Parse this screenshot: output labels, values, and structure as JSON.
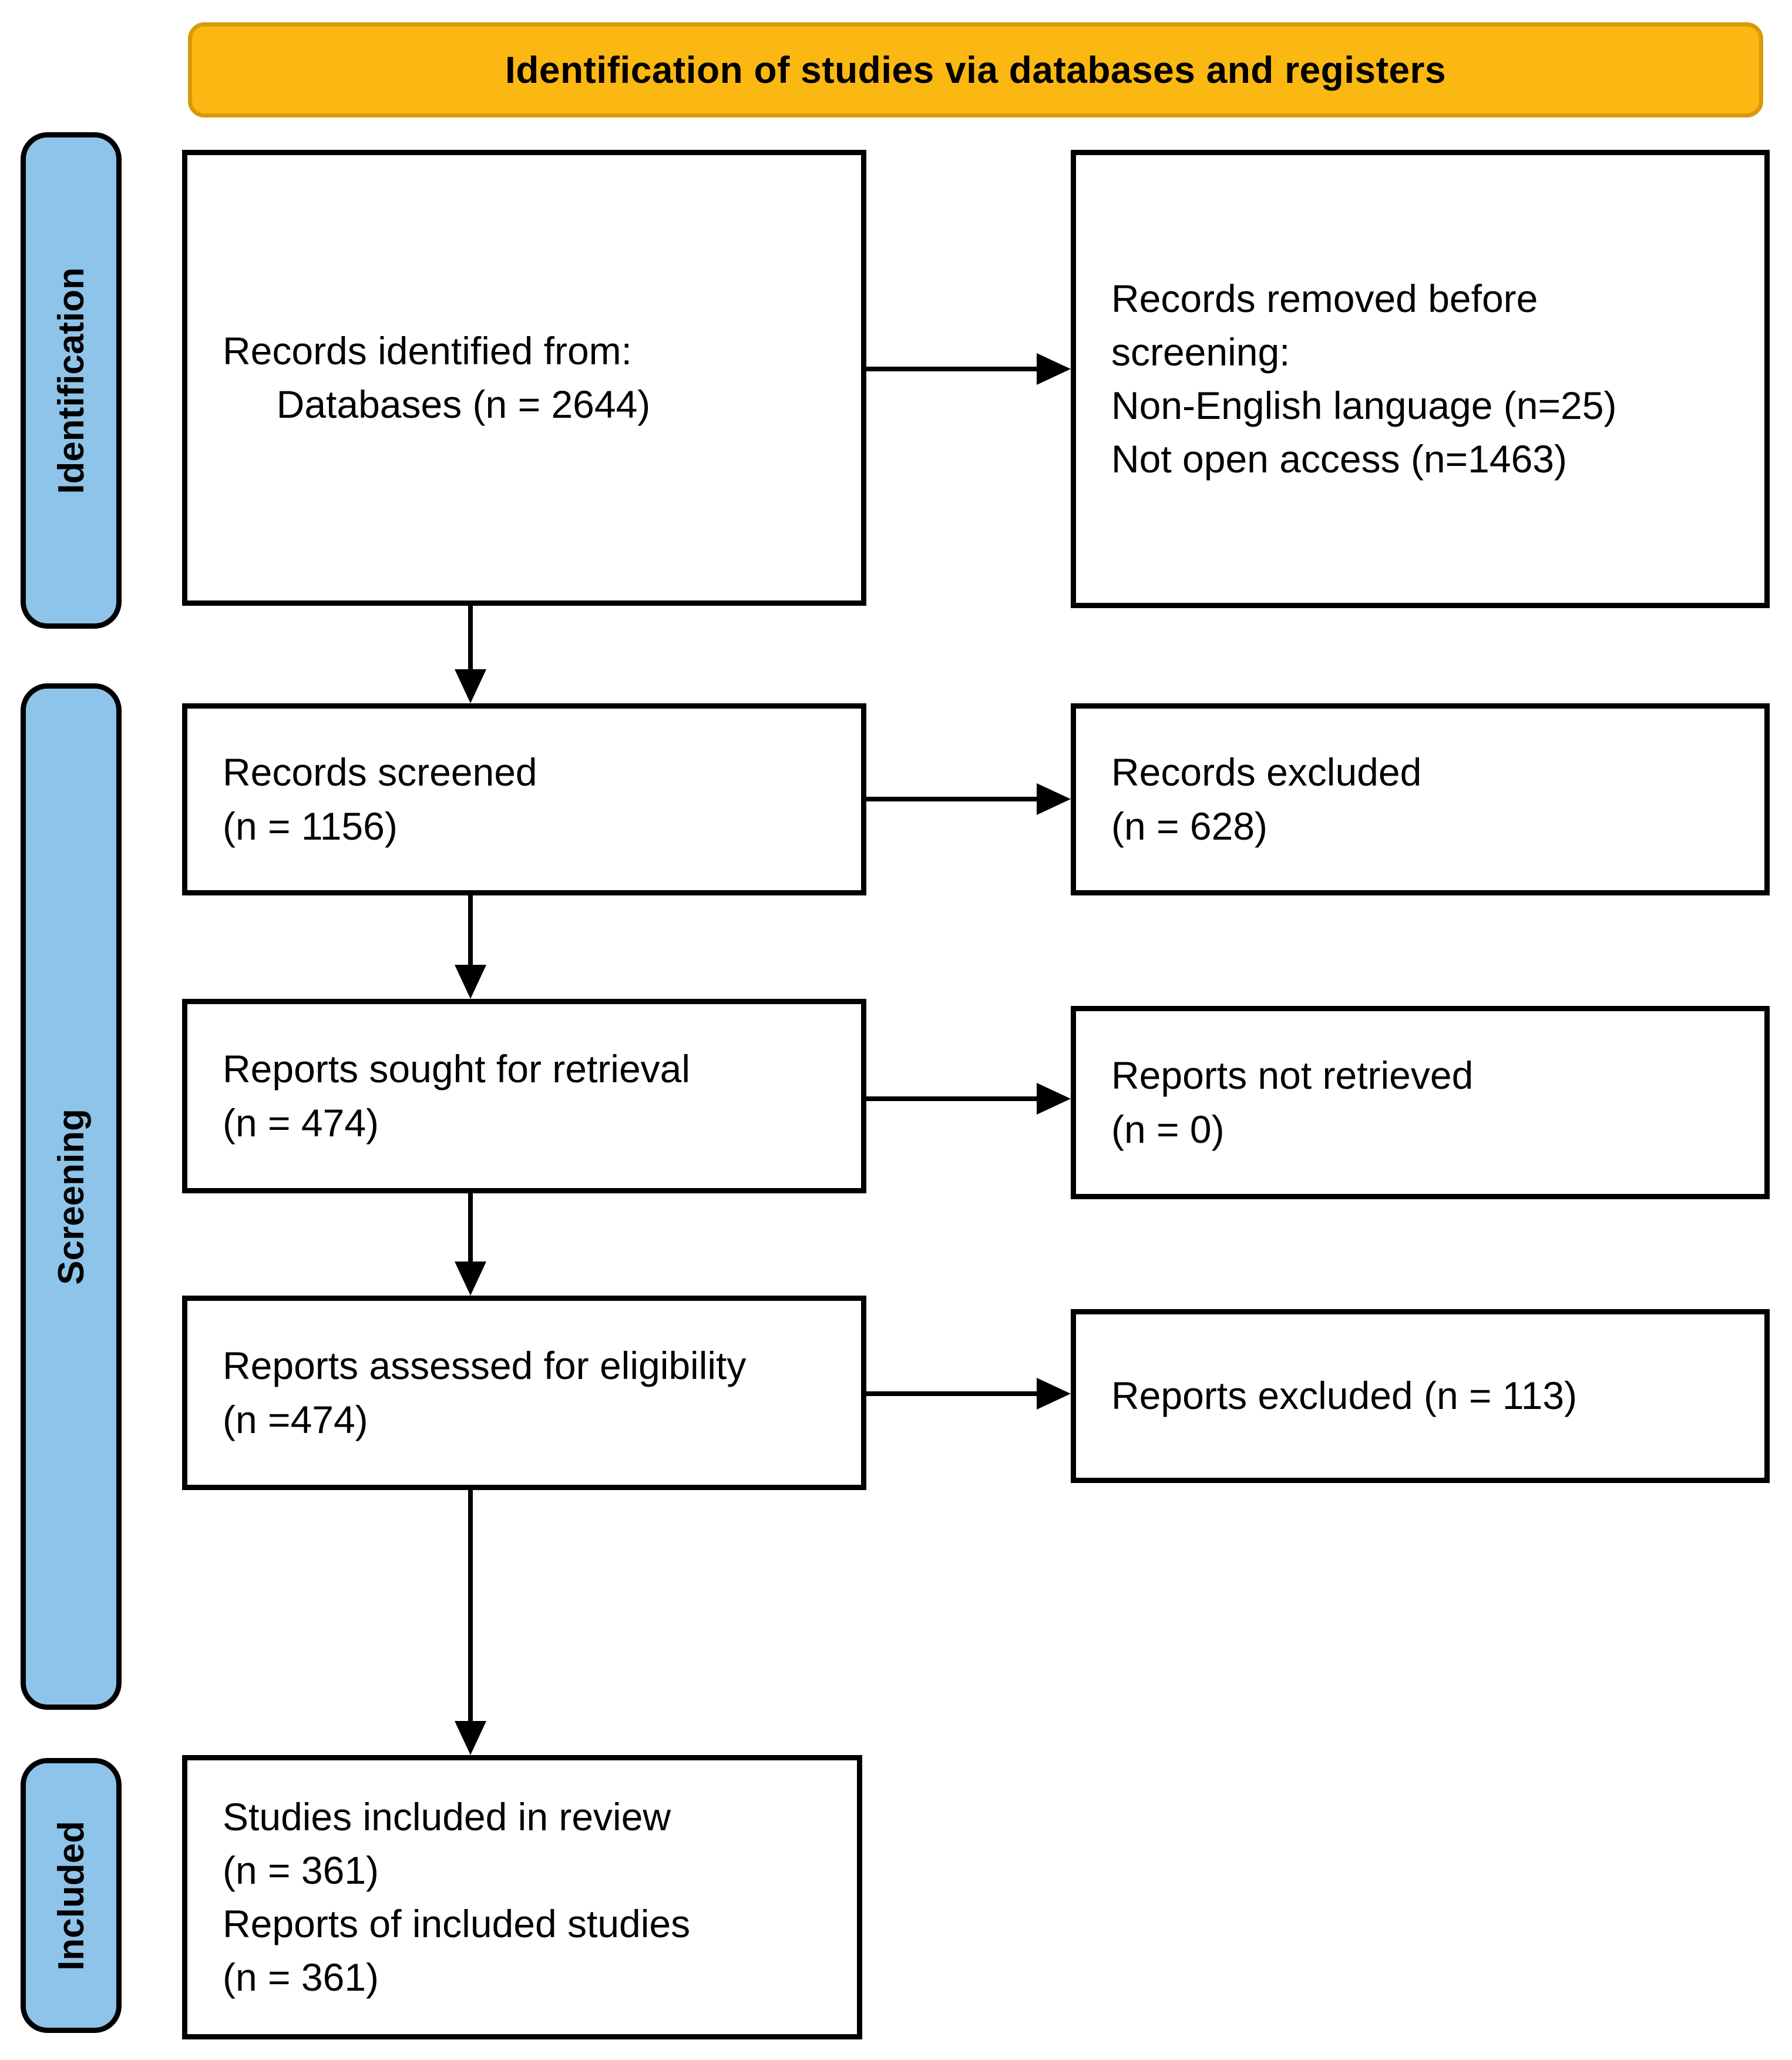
{
  "title": "Identification of studies via databases and registers",
  "stages": {
    "identification": "Identification",
    "screening": "Screening",
    "included": "Included"
  },
  "boxes": {
    "records_identified": "Records identified from:\n     Databases (n = 2644)",
    "records_removed": "Records removed before\nscreening:\nNon-English language (n=25)\nNot open access (n=1463)",
    "records_screened": "Records screened\n(n = 1156)",
    "records_excluded": "Records excluded\n(n = 628)",
    "reports_sought": "Reports sought for retrieval\n(n = 474)",
    "reports_not_retrieved": "Reports not retrieved\n(n = 0)",
    "reports_assessed": "Reports assessed for eligibility\n(n =474)",
    "reports_excluded": "Reports excluded (n = 113)",
    "studies_included": "Studies included in review\n(n = 361)\nReports of included studies\n(n = 361)"
  },
  "colors": {
    "banner_fill": "#fbb712",
    "banner_border": "#d8990a",
    "stage_tab_fill": "#8ec4e9",
    "box_border": "#000000",
    "text": "#000000"
  }
}
